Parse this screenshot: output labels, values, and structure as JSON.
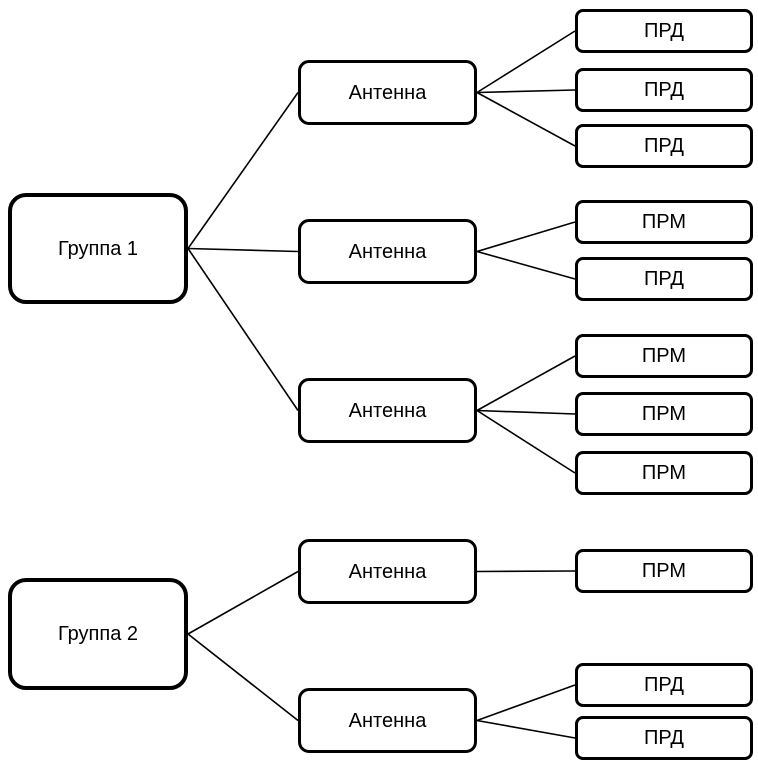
{
  "diagram": {
    "background_color": "#ffffff",
    "stroke_color": "#000000",
    "box_fill_color": "#ffffff",
    "text_color": "#000000",
    "nodes": [
      {
        "id": "group1",
        "type": "group",
        "label": "Группа 1"
      },
      {
        "id": "group2",
        "type": "group",
        "label": "Группа 2"
      },
      {
        "id": "antenna1",
        "type": "antenna",
        "label": "Антенна"
      },
      {
        "id": "antenna2",
        "type": "antenna",
        "label": "Антенна"
      },
      {
        "id": "antenna3",
        "type": "antenna",
        "label": "Антенна"
      },
      {
        "id": "antenna4",
        "type": "antenna",
        "label": "Антенна"
      },
      {
        "id": "antenna5",
        "type": "antenna",
        "label": "Антенна"
      },
      {
        "id": "t1",
        "type": "unit",
        "label": "ПРД"
      },
      {
        "id": "t2",
        "type": "unit",
        "label": "ПРД"
      },
      {
        "id": "t3",
        "type": "unit",
        "label": "ПРД"
      },
      {
        "id": "t4",
        "type": "unit",
        "label": "ПРМ"
      },
      {
        "id": "t5",
        "type": "unit",
        "label": "ПРД"
      },
      {
        "id": "t6",
        "type": "unit",
        "label": "ПРМ"
      },
      {
        "id": "t7",
        "type": "unit",
        "label": "ПРМ"
      },
      {
        "id": "t8",
        "type": "unit",
        "label": "ПРМ"
      },
      {
        "id": "t9",
        "type": "unit",
        "label": "ПРМ"
      },
      {
        "id": "t10",
        "type": "unit",
        "label": "ПРД"
      },
      {
        "id": "t11",
        "type": "unit",
        "label": "ПРД"
      }
    ],
    "edges": [
      {
        "from": "group1",
        "to": "antenna1"
      },
      {
        "from": "group1",
        "to": "antenna2"
      },
      {
        "from": "group1",
        "to": "antenna3"
      },
      {
        "from": "group2",
        "to": "antenna4"
      },
      {
        "from": "group2",
        "to": "antenna5"
      },
      {
        "from": "antenna1",
        "to": "t1"
      },
      {
        "from": "antenna1",
        "to": "t2"
      },
      {
        "from": "antenna1",
        "to": "t3"
      },
      {
        "from": "antenna2",
        "to": "t4"
      },
      {
        "from": "antenna2",
        "to": "t5"
      },
      {
        "from": "antenna3",
        "to": "t6"
      },
      {
        "from": "antenna3",
        "to": "t7"
      },
      {
        "from": "antenna3",
        "to": "t8"
      },
      {
        "from": "antenna4",
        "to": "t9"
      },
      {
        "from": "antenna5",
        "to": "t10"
      },
      {
        "from": "antenna5",
        "to": "t11"
      }
    ],
    "edge_stroke_width": 1.6
  }
}
